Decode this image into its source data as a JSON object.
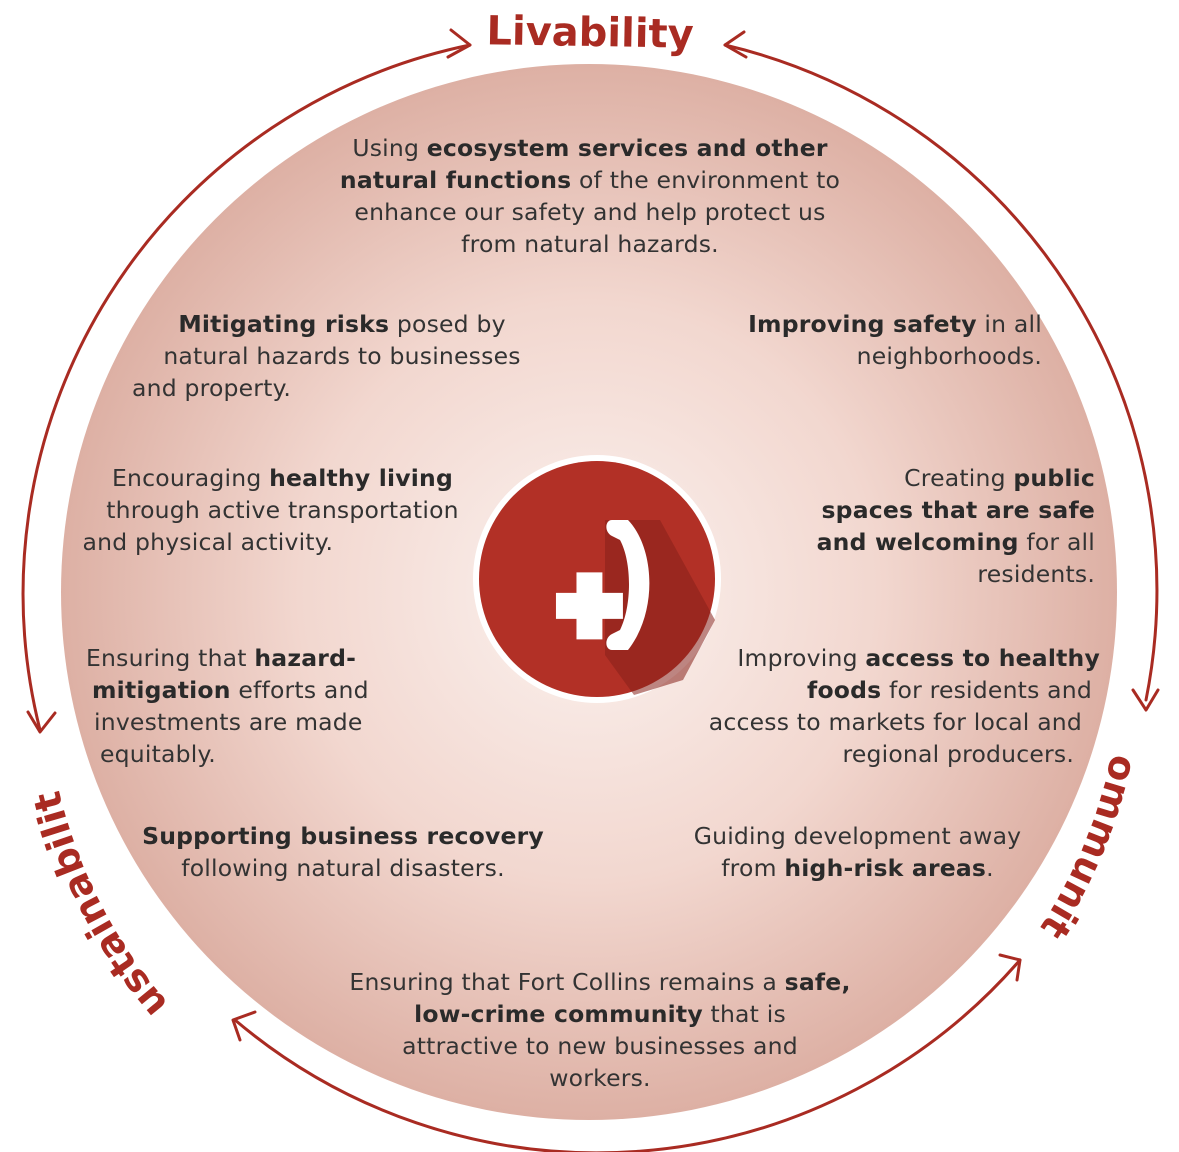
{
  "labels": {
    "top": "Livability",
    "left": "Sustainability",
    "right": "Community"
  },
  "colors": {
    "accent": "#a92b22",
    "circle_edge": "#ddb0a4",
    "circle_center": "#fbf1ee",
    "text": "#333333"
  },
  "icon": {
    "name": "emergency-cross-and-phone"
  },
  "blurbs": {
    "top": {
      "l1a": "Using ",
      "l1b": "ecosystem services and other",
      "l2a": "natural functions",
      "l2b": " of the environment to",
      "l3": "enhance our safety and help protect us",
      "l4": "from natural hazards."
    },
    "mitigating": {
      "l1a": "Mitigating risks",
      "l1b": " posed by",
      "l2": "natural hazards to businesses",
      "l3": "and property."
    },
    "safety": {
      "l1a": "Improving safety",
      "l1b": " in all",
      "l2": "neighborhoods."
    },
    "healthy_living": {
      "l1a": "Encouraging ",
      "l1b": "healthy living",
      "l2": "through active transportation",
      "l3": "and physical activity."
    },
    "public_spaces": {
      "l1a": "Creating ",
      "l1b": "public",
      "l2": "spaces that are safe",
      "l3a": "and welcoming",
      "l3b": " for all",
      "l4": "residents."
    },
    "hazard": {
      "l1a": "Ensuring that ",
      "l1b": "hazard-",
      "l2a": "mitigation",
      "l2b": " efforts and",
      "l3": "investments are made",
      "l4": "equitably."
    },
    "foods": {
      "l1a": "Improving ",
      "l1b": "access to healthy",
      "l2a": "foods",
      "l2b": " for residents and",
      "l3": "access to markets for local and",
      "l4": "regional producers."
    },
    "recovery": {
      "l1": "Supporting business recovery",
      "l2": "following natural disasters."
    },
    "development": {
      "l1": "Guiding development away",
      "l2a": "from ",
      "l2b": "high-risk areas",
      "l2c": "."
    },
    "bottom": {
      "l1a": "Ensuring that Fort Collins remains a ",
      "l1b": "safe,",
      "l2a": "low-crime community",
      "l2b": " that is",
      "l3": "attractive to new businesses and",
      "l4": "workers."
    }
  }
}
